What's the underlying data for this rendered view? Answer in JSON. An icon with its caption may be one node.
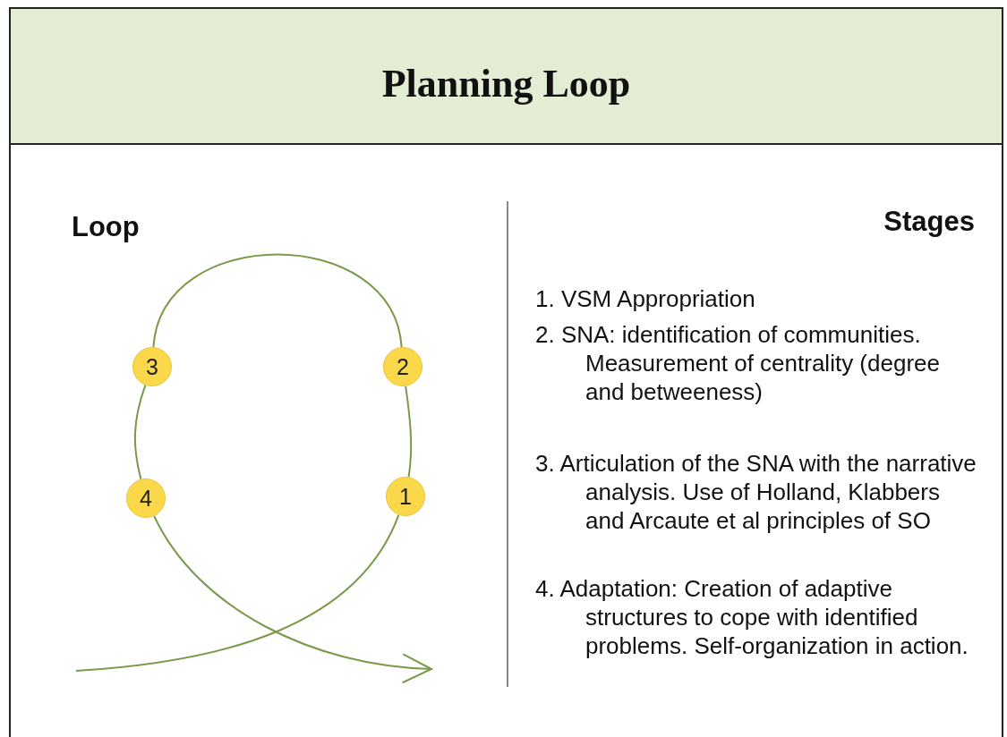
{
  "diagram": {
    "title": "Planning Loop",
    "nodes": [
      {
        "text": [
          "1"
        ]
      },
      {
        "text": [
          "2"
        ]
      },
      {
        "text": [
          "3"
        ]
      },
      {
        "text": [
          "4"
        ]
      }
    ],
    "edges": [
      {
        "from": null,
        "to": 0,
        "arrow": "none"
      },
      {
        "from": 0,
        "to": 1,
        "arrow": "none"
      },
      {
        "from": 1,
        "to": 2,
        "arrow": "none"
      },
      {
        "from": 2,
        "to": 3,
        "arrow": "none"
      },
      {
        "from": 3,
        "to": null,
        "arrow": "to"
      }
    ],
    "labels": [
      "Loop",
      "Stages",
      "1. VSM Appropriation",
      "2. SNA: identification of communities. Measurement of centrality (degree and betweeness)",
      "3. Articulation of the SNA with the narrative analysis. Use of Holland, Klabbers and Arcaute et al principles of SO",
      "4. Adaptation: Creation of adaptive structures to cope with identified problems. Self-organization in action."
    ]
  }
}
